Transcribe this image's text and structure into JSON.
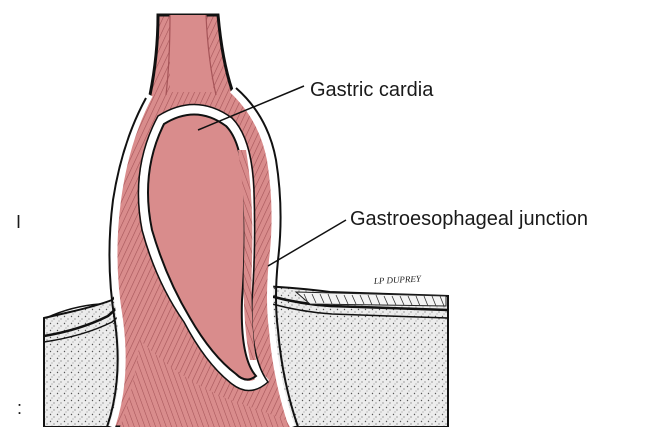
{
  "diagram": {
    "labels": {
      "gastric_cardia": "Gastric cardia",
      "gastroesophageal_junction": "Gastroesophageal junction"
    },
    "signature": "LP DUPREY",
    "margin_marks": {
      "left_bar": "I",
      "left_dots": ":"
    },
    "colors": {
      "mucosa": "#d98c8c",
      "mucosa_dark": "#b35f62",
      "wall_outline": "#111111",
      "tissue_fill": "#e6e6e6",
      "background": "#ffffff"
    }
  }
}
